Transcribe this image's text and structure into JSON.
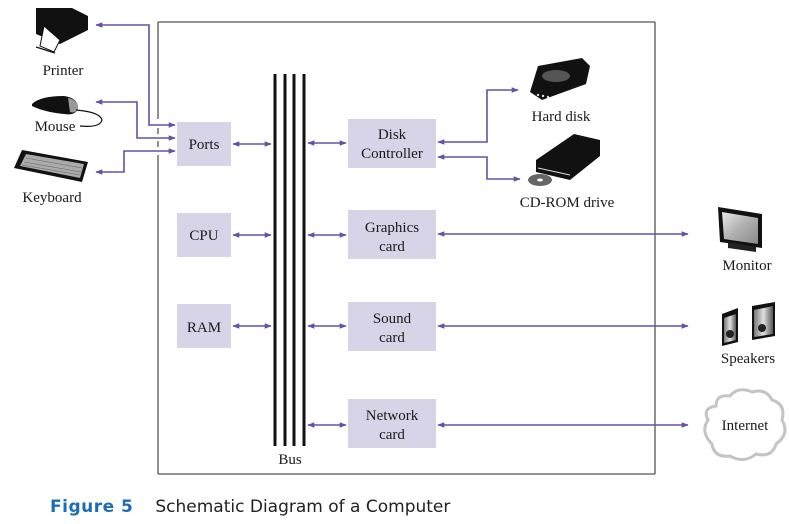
{
  "caption": {
    "figure_label": "Figure 5",
    "title": "Schematic Diagram of a Computer"
  },
  "colors": {
    "box_fill": "#d8d4e8",
    "arrow": "#6650a6",
    "figure_label": "#1b6db5"
  },
  "bus": {
    "label": "Bus",
    "line_count": 4
  },
  "components": {
    "ports": {
      "lines": [
        "Ports"
      ]
    },
    "cpu": {
      "lines": [
        "CPU"
      ]
    },
    "ram": {
      "lines": [
        "RAM"
      ]
    },
    "disk_controller": {
      "lines": [
        "Disk",
        "Controller"
      ]
    },
    "graphics_card": {
      "lines": [
        "Graphics",
        "card"
      ]
    },
    "sound_card": {
      "lines": [
        "Sound",
        "card"
      ]
    },
    "network_card": {
      "lines": [
        "Network",
        "card"
      ]
    }
  },
  "devices": {
    "printer": {
      "label": "Printer",
      "icon": "printer-icon"
    },
    "mouse": {
      "label": "Mouse",
      "icon": "mouse-icon"
    },
    "keyboard": {
      "label": "Keyboard",
      "icon": "keyboard-icon"
    },
    "hard_disk": {
      "label": "Hard disk",
      "icon": "hard-disk-icon"
    },
    "cdrom": {
      "label": "CD-ROM drive",
      "icon": "cdrom-drive-icon"
    },
    "monitor": {
      "label": "Monitor",
      "icon": "monitor-icon"
    },
    "speakers": {
      "label": "Speakers",
      "icon": "speakers-icon"
    },
    "internet": {
      "label": "Internet",
      "icon": "cloud-icon"
    }
  },
  "connections": [
    {
      "from": "ports",
      "to": "printer",
      "direction": "bidirectional"
    },
    {
      "from": "ports",
      "to": "mouse",
      "direction": "bidirectional"
    },
    {
      "from": "ports",
      "to": "keyboard",
      "direction": "bidirectional"
    },
    {
      "from": "ports",
      "to": "bus",
      "direction": "bidirectional"
    },
    {
      "from": "cpu",
      "to": "bus",
      "direction": "bidirectional"
    },
    {
      "from": "ram",
      "to": "bus",
      "direction": "bidirectional"
    },
    {
      "from": "bus",
      "to": "disk_controller",
      "direction": "bidirectional"
    },
    {
      "from": "bus",
      "to": "graphics_card",
      "direction": "bidirectional"
    },
    {
      "from": "bus",
      "to": "sound_card",
      "direction": "bidirectional"
    },
    {
      "from": "bus",
      "to": "network_card",
      "direction": "bidirectional"
    },
    {
      "from": "disk_controller",
      "to": "hard_disk",
      "direction": "bidirectional"
    },
    {
      "from": "disk_controller",
      "to": "cdrom",
      "direction": "bidirectional"
    },
    {
      "from": "graphics_card",
      "to": "monitor",
      "direction": "bidirectional"
    },
    {
      "from": "sound_card",
      "to": "speakers",
      "direction": "bidirectional"
    },
    {
      "from": "network_card",
      "to": "internet",
      "direction": "bidirectional"
    }
  ]
}
